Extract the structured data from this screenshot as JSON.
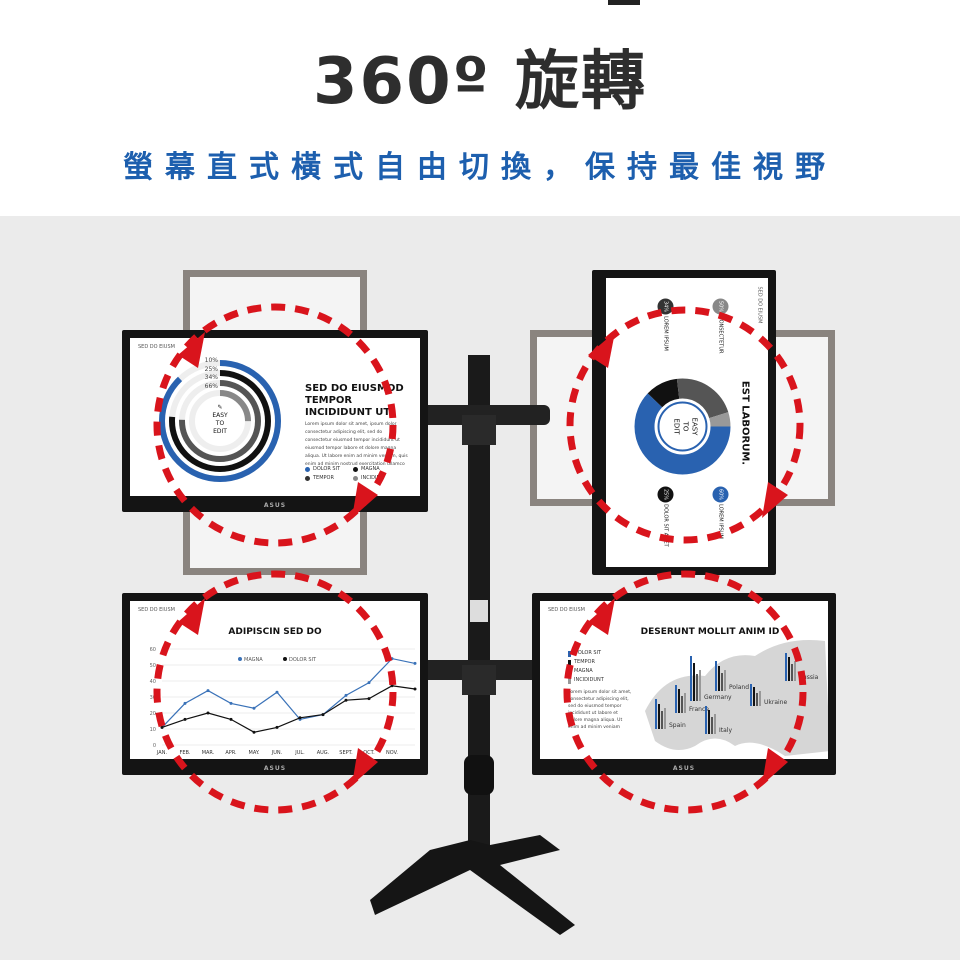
{
  "header": {
    "title": "360º 旋轉",
    "subtitle": "螢幕直式橫式自由切換，保持最佳視野"
  },
  "brand_logo": "ASUS",
  "colors": {
    "accent_blue": "#1d5fae",
    "arrow_red": "#d9141c",
    "title": "#2e2e2e"
  },
  "screen_top_left": {
    "tag": "SED DO EIUSM",
    "rings": [
      "10%",
      "25%",
      "34%",
      "66%"
    ],
    "center": [
      "EASY",
      "TO",
      "EDIT"
    ],
    "heading": "SED DO EIUSMOD TEMPOR INCIDIDUNT UT",
    "body": "Lorem ipsum dolor sit amet, ipsum dolor consectetur adipiscing elit, sed do consectetur eiusmod tempor incididunt ut eiusmod tempor labore et dolore magna aliqua. Ut labore enim ad minim veniam, quis enim ad minim nostrud exercitation ullamco",
    "legend": [
      "DOLOR SIT",
      "MAGNA",
      "TEMPOR",
      "INCIDID"
    ]
  },
  "screen_top_right": {
    "tag": "SED DO EIUSM",
    "heading": "EST LABORUM.",
    "center": [
      "EASY",
      "TO",
      "EDIT"
    ],
    "stats": [
      {
        "value": "50%",
        "label": "CONSECTETUR"
      },
      {
        "value": "34%",
        "label": "LOREM IPSUM"
      },
      {
        "value": "60%",
        "label": "LOREM IPSUM"
      },
      {
        "value": "25%",
        "label": "DOLOR SIT AMET"
      }
    ],
    "donut": [
      {
        "name": "blue",
        "value": 62,
        "color": "#2962b0"
      },
      {
        "name": "black",
        "value": 11,
        "color": "#111111"
      },
      {
        "name": "dark",
        "value": 22,
        "color": "#555555"
      },
      {
        "name": "gray",
        "value": 5,
        "color": "#999999"
      }
    ]
  },
  "screen_bottom_left": {
    "tag": "SED DO EIUSM"
  },
  "chart_data": {
    "type": "line",
    "title": "ADIPISCIN SED DO",
    "categories": [
      "JAN.",
      "FEB.",
      "MAR.",
      "APR.",
      "MAY.",
      "JUN.",
      "JUL.",
      "AUG.",
      "SEPT.",
      "OCT.",
      "NOV.",
      ""
    ],
    "yticks": [
      0,
      10,
      20,
      30,
      40,
      50,
      60
    ],
    "ylim": [
      0,
      60
    ],
    "series": [
      {
        "name": "MAGNA",
        "color": "#3a72b8",
        "values": [
          11,
          26,
          34,
          26,
          23,
          33,
          16,
          19,
          31,
          39,
          54,
          51
        ]
      },
      {
        "name": "DOLOR SIT",
        "color": "#111111",
        "values": [
          11,
          16,
          20,
          16,
          8,
          11,
          17,
          19,
          28,
          29,
          37,
          35
        ]
      }
    ],
    "legend": "top"
  },
  "screen_bottom_right": {
    "tag": "SED DO EIUSM",
    "heading": "DESERUNT MOLLIT ANIM ID",
    "legend": [
      "DOLOR SIT",
      "TEMPOR",
      "MAGNA",
      "INCIDIDUNT"
    ],
    "body": "Lorem ipsum dolor sit amet, consectetur adipiscing elit, sed do eiusmod tempor incididunt ut labore et dolore magna aliqua. Ut enim ad minim veniam",
    "countries": [
      "Spain",
      "France",
      "Germany",
      "Italy",
      "Poland",
      "Ukraine",
      "Russia"
    ]
  }
}
